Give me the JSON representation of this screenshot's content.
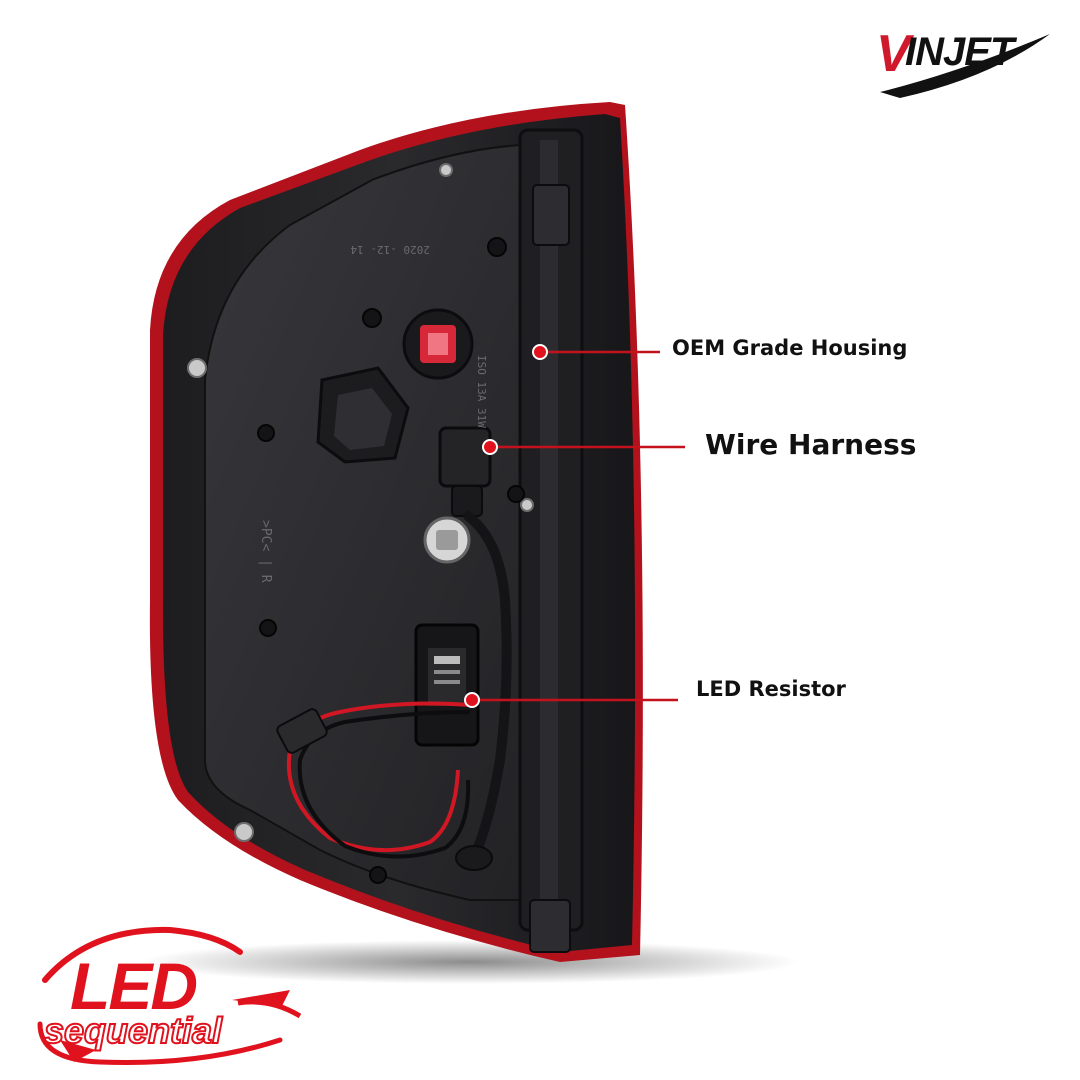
{
  "brand": {
    "logo_text": "VINJET",
    "primary_color": "#d0192a",
    "text_color": "#111111"
  },
  "callouts": [
    {
      "label": "OEM Grade Housing"
    },
    {
      "label": "Wire Harness"
    },
    {
      "label": "LED Resistor"
    }
  ],
  "badge": {
    "line1": "LED",
    "line2": "sequential",
    "color": "#e0121e"
  },
  "product": {
    "molded_text_1": "2020 -12- 14",
    "molded_text_2": "ISO 13A 31W",
    "molded_text_3": ">PC< | R"
  },
  "accent_color": "#e0121e"
}
